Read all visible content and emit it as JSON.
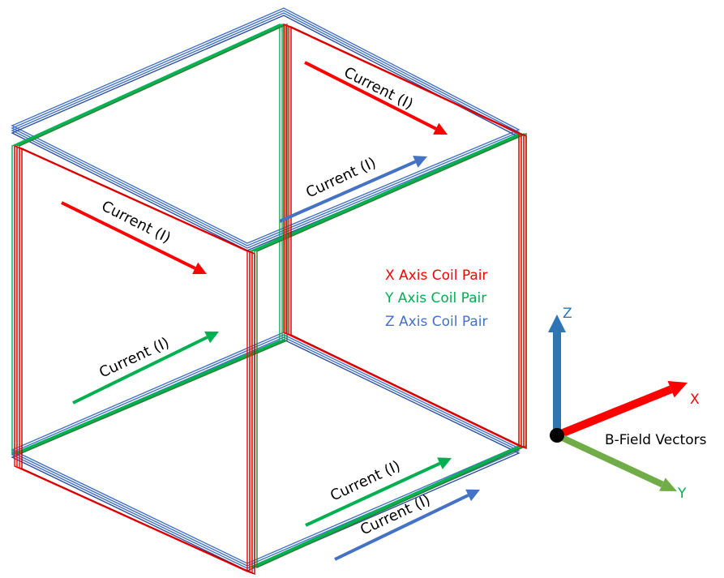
{
  "colors": {
    "x_coil": "#ff0000",
    "y_coil": "#00b050",
    "z_coil": "#4472c4",
    "dark_red": "#c00000",
    "dark_green": "#2e7d32",
    "dark_blue": "#2f4f9f",
    "z_vector": "#2e75b6",
    "y_vector": "#70ad47",
    "origin_dot": "#000000"
  },
  "current_labels": {
    "top_back_x": "Current (I)",
    "top_front_z": "Current (I)",
    "left_face_x": "Current (I)",
    "left_face_y": "Current (I)",
    "bottom_y": "Current (I)",
    "bottom_z": "Current (I)"
  },
  "legend": {
    "x": "X Axis Coil Pair",
    "y": "Y Axis Coil Pair",
    "z": "Z Axis Coil Pair"
  },
  "axes": {
    "z_label": "Z",
    "x_label": "X",
    "y_label": "Y",
    "caption": "B-Field Vectors"
  }
}
